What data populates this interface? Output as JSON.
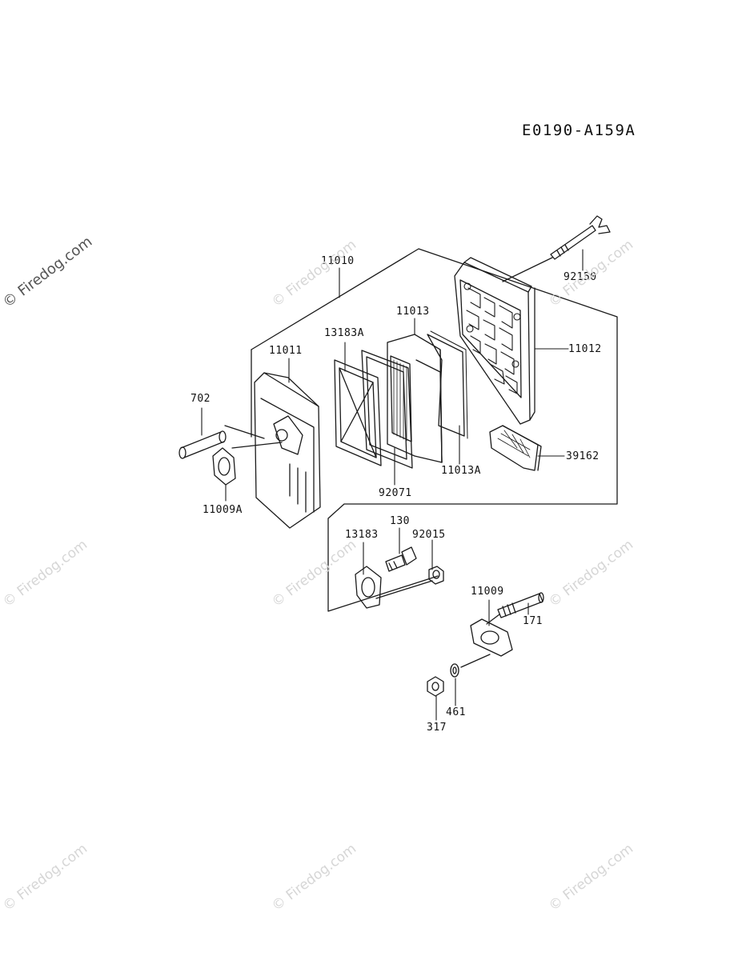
{
  "diagram_code": "E0190-A159A",
  "watermark": "© Firedog.com",
  "parts": {
    "assembly": "11010",
    "case": "11011",
    "cover": "11012",
    "element": "11013",
    "element_sub": "11013A",
    "gasket_a": "13183A",
    "gasket": "13183",
    "gasket_cover": "92071",
    "pipe": "702",
    "gasket_pipe": "11009A",
    "bolt": "130",
    "nut": "92015",
    "gasket_manifold": "11009",
    "stud": "171",
    "washer": "461",
    "nut_317": "317",
    "wing_bolt": "92150",
    "pad": "39162"
  }
}
